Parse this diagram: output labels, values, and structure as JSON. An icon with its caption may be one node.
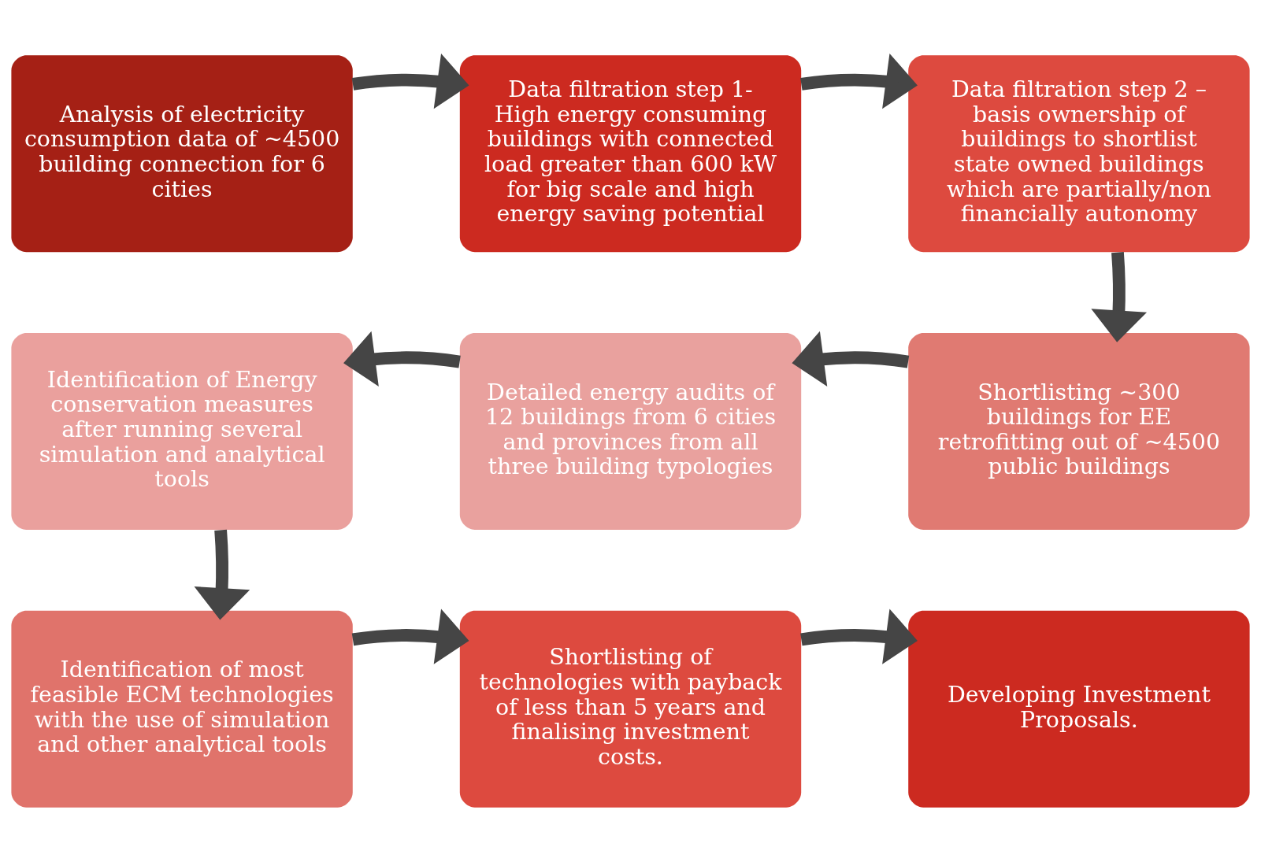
{
  "diagram": {
    "nodes": [
      {
        "text": [
          "Analysis of electricity consumption data of ~4500 building connection for 6 cities"
        ]
      },
      {
        "text": [
          "Data filtration step 1- High energy consuming buildings with connected load greater than 600 kW for big scale and high energy saving potential"
        ]
      },
      {
        "text": [
          "Data filtration step 2 – basis ownership of buildings to shortlist state owned buildings which are partially/non financially autonomy"
        ]
      },
      {
        "text": [
          "Identification of Energy conservation measures after running several simulation and analytical tools"
        ]
      },
      {
        "text": [
          "Detailed energy audits of 12 buildings from 6 cities and provinces from all three building typologies"
        ]
      },
      {
        "text": [
          "Shortlisting ~300 buildings for EE retrofitting out of ~4500 public buildings"
        ]
      },
      {
        "text": [
          "Identification of most feasible ECM technologies with the use of simulation and other analytical tools"
        ]
      },
      {
        "text": [
          "Shortlisting of technologies with payback of less than 5 years and finalising investment costs."
        ]
      },
      {
        "text": [
          "Developing Investment Proposals."
        ]
      }
    ],
    "edges": [
      {
        "from": 0,
        "to": 1,
        "arrow": "to"
      },
      {
        "from": 1,
        "to": 2,
        "arrow": "to"
      },
      {
        "from": 2,
        "to": 5,
        "arrow": "to"
      },
      {
        "from": 5,
        "to": 4,
        "arrow": "to"
      },
      {
        "from": 4,
        "to": 3,
        "arrow": "to"
      },
      {
        "from": 3,
        "to": 6,
        "arrow": "to"
      },
      {
        "from": 6,
        "to": 7,
        "arrow": "to"
      },
      {
        "from": 7,
        "to": 8,
        "arrow": "to"
      }
    ]
  }
}
